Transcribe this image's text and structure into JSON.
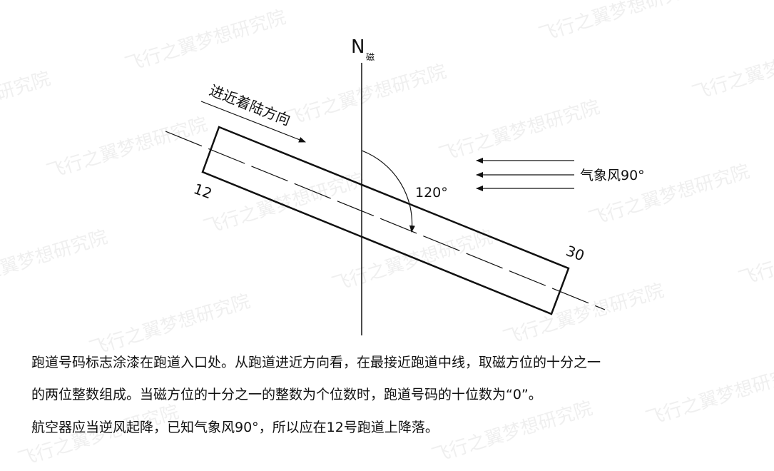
{
  "diagram": {
    "north_label": "N",
    "north_sub": "磁",
    "approach_label": "进近着陆方向",
    "runway_left_number": "12",
    "runway_right_number": "30",
    "angle_label": "120°",
    "wind_label": "气象风90°"
  },
  "watermark_text": "飞行之翼梦想研究院",
  "captions": {
    "line1": "跑道号码标志涂漆在跑道入口处。从跑道进近方向看，在最接近跑道中线，取磁方位的十分之一",
    "line2": "的两位整数组成。当磁方位的十分之一的整数为个位数时，跑道号码的十位数为“0”。",
    "line3": "航空器应当逆风起降，已知气象风90°，所以应在12号跑道上降落。"
  }
}
